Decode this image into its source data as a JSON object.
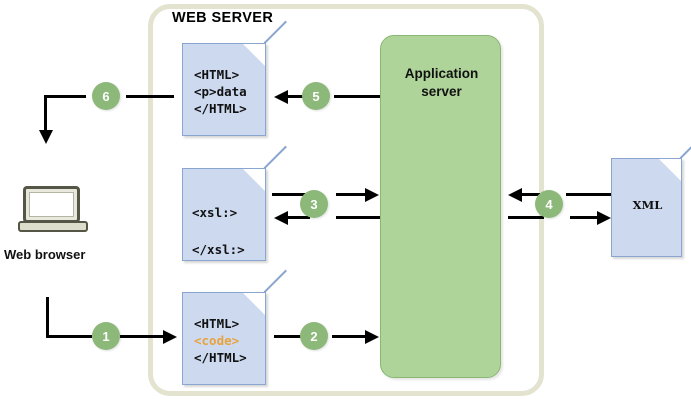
{
  "container": {
    "title": "WEB SERVER"
  },
  "client": {
    "icon": "laptop-icon",
    "label": "Web browser"
  },
  "app_server": {
    "label": "Application\nserver"
  },
  "documents": {
    "html_output": {
      "name": "html-output-document",
      "lines": [
        "<HTML>",
        "<p>data",
        "</HTML>"
      ]
    },
    "xsl": {
      "name": "xsl-document",
      "lines": [
        "<xsl:>",
        "</xsl:>"
      ]
    },
    "html_input": {
      "name": "html-input-document",
      "line1": "<HTML>",
      "line2": "<code>",
      "line3": "</HTML>"
    },
    "xml": {
      "name": "xml-document",
      "label": "XML"
    }
  },
  "steps": [
    {
      "number": "1",
      "description": "browser request to html-with-code document"
    },
    {
      "number": "2",
      "description": "html-with-code document to application server"
    },
    {
      "number": "3",
      "description": "xsl document exchanged with application server"
    },
    {
      "number": "4",
      "description": "application server exchanges data with xml document"
    },
    {
      "number": "5",
      "description": "application server returns html output document"
    },
    {
      "number": "6",
      "description": "html output document returned to web browser"
    }
  ],
  "colors": {
    "container_border": "#e3e3cf",
    "document_fill": "#ccd9ef",
    "document_border": "#8aa6d0",
    "app_server_fill": "#aed49a",
    "app_server_border": "#89b874",
    "step_circle": "#8cb87a",
    "code_highlight": "#e8a33d",
    "arrow": "#000000",
    "laptop_outline": "#565647"
  }
}
